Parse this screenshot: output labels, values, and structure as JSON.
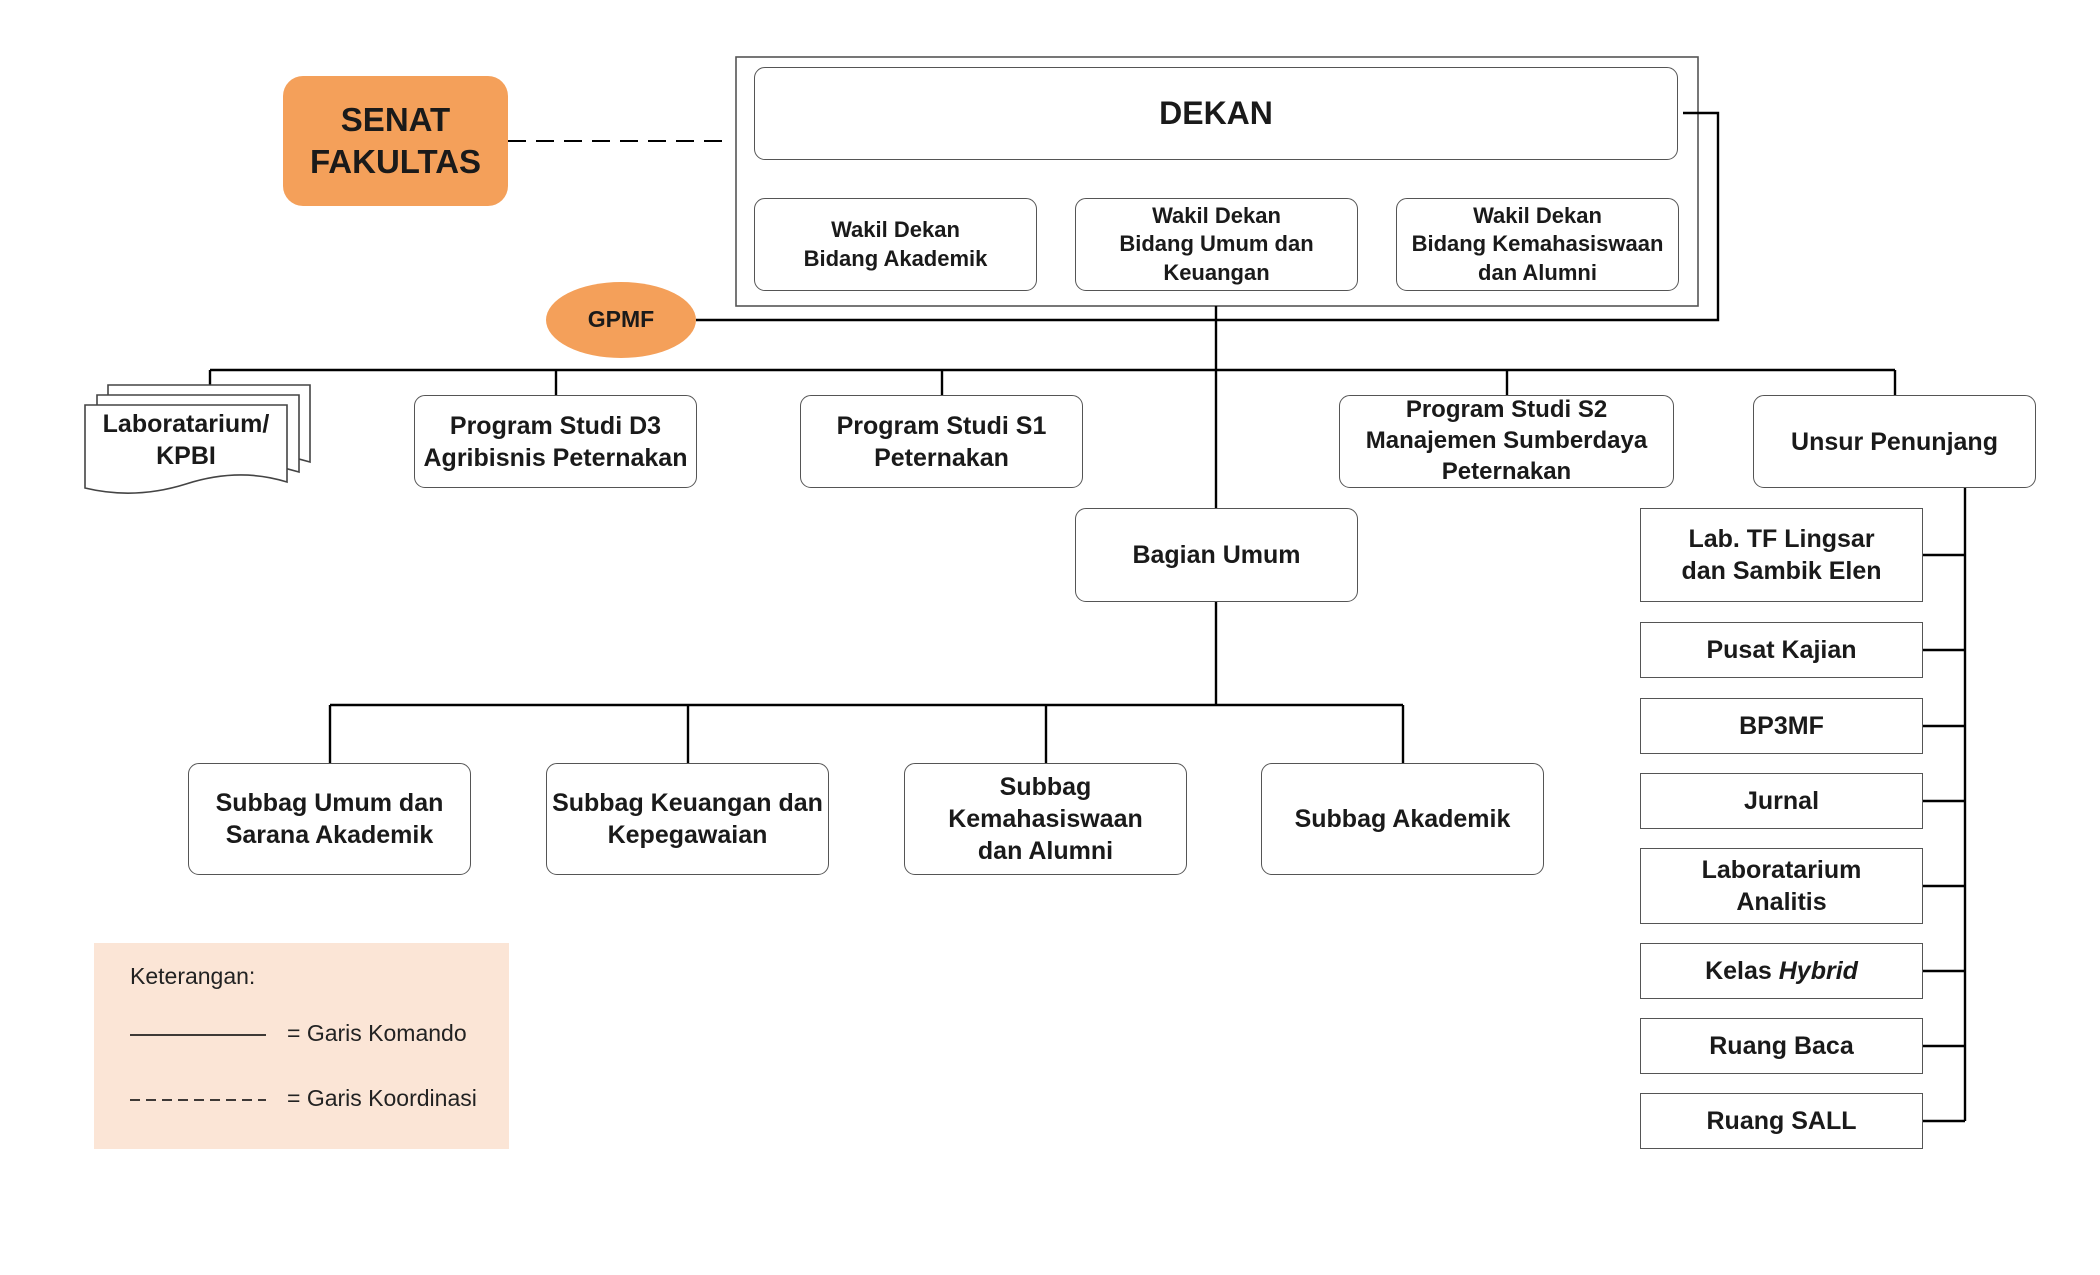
{
  "colors": {
    "orange": "#F4A05A",
    "legend_bg": "#FBE5D6",
    "line": "#000000",
    "box_border": "#555555"
  },
  "senat": {
    "label": "SENAT\nFAKULTAS"
  },
  "dekan": {
    "label": "DEKAN",
    "wakil": [
      {
        "label": "Wakil Dekan\nBidang Akademik"
      },
      {
        "label": "Wakil Dekan\nBidang Umum dan\nKeuangan"
      },
      {
        "label": "Wakil Dekan\nBidang Kemahasiswaan\ndan Alumni"
      }
    ]
  },
  "gpmf": {
    "label": "GPMF"
  },
  "laboratorium": {
    "label": "Laboratarium/\nKPBI"
  },
  "units": [
    {
      "label": "Program Studi D3\nAgribisnis Peternakan"
    },
    {
      "label": "Program Studi S1\nPeternakan"
    },
    {
      "label": "Program Studi S2\nManajemen Sumberdaya\nPeternakan"
    },
    {
      "label": "Unsur Penunjang"
    }
  ],
  "bagian_umum": {
    "label": "Bagian Umum"
  },
  "subbag": [
    {
      "label": "Subbag Umum dan\nSarana Akademik"
    },
    {
      "label": "Subbag Keuangan dan\nKepegawaian"
    },
    {
      "label": "Subbag\nKemahasiswaan\ndan Alumni"
    },
    {
      "label": "Subbag Akademik"
    }
  ],
  "penunjang": [
    {
      "label": "Lab. TF Lingsar\ndan Sambik Elen"
    },
    {
      "label": "Pusat Kajian"
    },
    {
      "label": "BP3MF"
    },
    {
      "label": "Jurnal"
    },
    {
      "label": "Laboratarium\nAnalitis"
    },
    {
      "label_prefix": "Kelas ",
      "label_italic": "Hybrid"
    },
    {
      "label": "Ruang Baca"
    },
    {
      "label": "Ruang SALL"
    }
  ],
  "legend": {
    "title": "Keterangan:",
    "komando": "= Garis Komando",
    "koordinasi": "= Garis Koordinasi"
  }
}
